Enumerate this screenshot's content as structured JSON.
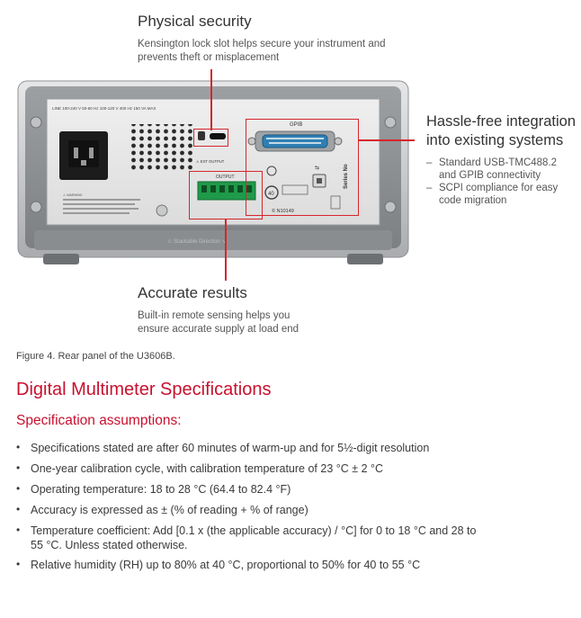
{
  "callouts": {
    "physical_security": {
      "title": "Physical security",
      "body_line1": "Kensington lock slot helps secure your instrument and",
      "body_line2": "prevents theft or misplacement"
    },
    "hassle_free": {
      "title_line1": "Hassle-free integration",
      "title_line2": "into existing systems",
      "items": [
        {
          "line1": "Standard USB-TMC488.2",
          "line2": "and GPIB connectivity"
        },
        {
          "line1": "SCPI compliance for easy",
          "line2": "code migration"
        }
      ]
    },
    "accurate_results": {
      "title": "Accurate results",
      "body_line1": "Built-in remote sensing helps you",
      "body_line2": "ensure accurate supply at load end"
    }
  },
  "panel_labels": {
    "gpib": "GPIB",
    "output": "OUTPUT",
    "series_no": "Series No",
    "ext_output": "EXT OUTPUT",
    "n10149": "N10149",
    "stackable": "Stackable Direction",
    "line_rating": "LINE 100-240 V 50-60 Hz  100-120 V 400 Hz  150 VA MAX"
  },
  "caption": "Figure 4. Rear panel of the U3606B.",
  "section_title": "Digital Multimeter Specifications",
  "subsection_title": "Specification assumptions:",
  "bullets": [
    {
      "line1": "Specifications stated are after 60 minutes of warm-up and for 5½-digit resolution",
      "line2": ""
    },
    {
      "line1": "One-year calibration cycle, with calibration temperature of 23 °C ± 2 °C",
      "line2": ""
    },
    {
      "line1": "Operating temperature: 18 to 28 °C (64.4 to 82.4 °F)",
      "line2": ""
    },
    {
      "line1": "Accuracy is expressed as ± (% of reading + % of range)",
      "line2": ""
    },
    {
      "line1": "Temperature coefficient: Add [0.1 x (the applicable accuracy) / °C] for 0 to 18 °C and 28 to",
      "line2": "55 °C. Unless stated otherwise."
    },
    {
      "line1": "Relative humidity (RH) up to 80% at 40 °C, proportional to 50% for 40 to 55 °C",
      "line2": ""
    }
  ],
  "colors": {
    "accent": "#c8102e",
    "callout_line": "#d7262b"
  }
}
